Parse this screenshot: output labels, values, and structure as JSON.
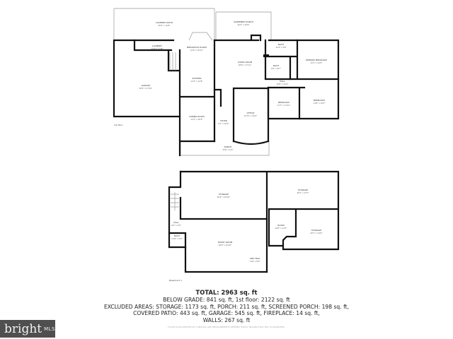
{
  "first_floor": {
    "label": "1st floor",
    "rooms": [
      {
        "name": "COVERED PATIO",
        "dims": "30'3\" x 12'6\""
      },
      {
        "name": "SCREENED PORCH",
        "dims": "20'2\" x 10'6\""
      },
      {
        "name": "LAUNDRY",
        "dims": "12'11\" x 5'8\""
      },
      {
        "name": "BREAKFAST ROOM",
        "dims": "12'6\" x 10'11\""
      },
      {
        "name": "KITCHEN",
        "dims": "12'3\" x 12'8\""
      },
      {
        "name": "GARAGE",
        "dims": "20'4\" x 27'10\""
      },
      {
        "name": "DINING ROOM",
        "dims": "12'3\" x 16'3\""
      },
      {
        "name": "FOYER",
        "dims": "6'1\" x 19'3\""
      },
      {
        "name": "LIVING ROOM",
        "dims": "18'6\" x 17'11\""
      },
      {
        "name": "OFFICE",
        "dims": "12'11\" x 20'2\""
      },
      {
        "name": "BATH",
        "dims": "11'8\" x 5'8\""
      },
      {
        "name": "BATH",
        "dims": "8'3\" x 8'7\""
      },
      {
        "name": "HALL",
        "dims": "15'6\" x 3'10\""
      },
      {
        "name": "PRIMARY BEDROOM",
        "dims": "15'1\" x 14'5\""
      },
      {
        "name": "BEDROOM",
        "dims": "11'7\" x 11'11\""
      },
      {
        "name": "BEDROOM",
        "dims": "11'8\" x 14'3\""
      },
      {
        "name": "PORCH",
        "dims": "33'6\" x 6'5\""
      }
    ]
  },
  "basement": {
    "label": "Basement 1",
    "rooms": [
      {
        "name": "STORAGE",
        "dims": "30'2\" x 16'10\""
      },
      {
        "name": "STORAGE",
        "dims": "26'7\" x 13'7\""
      },
      {
        "name": "ROOM",
        "dims": "10'6\" x 13'3\""
      },
      {
        "name": "STORAGE",
        "dims": "20'7\" x 14'9\""
      },
      {
        "name": "HALL",
        "dims": "6'2\" x 5'0\""
      },
      {
        "name": "BATH",
        "dims": "5'10\" x 5'3\""
      },
      {
        "name": "FAMILY ROOM",
        "dims": "29'9\" x 15'10\""
      },
      {
        "name": "WET BAR",
        "dims": "7'10\" x 8'0\""
      }
    ]
  },
  "summary": {
    "total": "TOTAL: 2963 sq. ft",
    "line1": "BELOW GRADE: 841 sq. ft, 1st floor: 2122 sq. ft",
    "line2": "EXCLUDED AREAS: STORAGE: 1173 sq. ft, PORCH: 211 sq. ft, SCREENED PORCH: 198 sq. ft,",
    "line3": "COVERED PATIO: 443 sq. ft, GARAGE: 545 sq. ft, FIREPLACE: 14 sq. ft,",
    "line4": "WALLS: 267 sq. ft",
    "credit": "FLOOR PLAN CREATED BY CUBICASA APP. MEASUREMENTS DEEMED HIGHLY RELIABLE BUT NOT GUARANTEED."
  },
  "logo": {
    "brand": "bright",
    "suffix": "MLS"
  }
}
